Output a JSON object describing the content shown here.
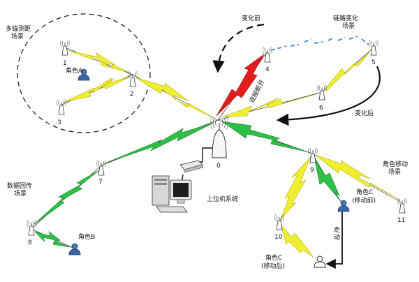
{
  "labels": {
    "multi_hop_line1": "多锚测距",
    "multi_hop_line2": "场景",
    "role_a": "角色A",
    "before_change": "变化前",
    "link_change_line1": "链路变化",
    "link_change_line2": "场景",
    "link_broken": "连接断开",
    "after_change": "变化后",
    "role_move_line1": "角色移动",
    "role_move_line2": "场景",
    "data_return_line1": "数据回传",
    "data_return_line2": "场景",
    "role_b": "角色B",
    "host_system": "上位机系统",
    "role_c_before_line1": "角色C",
    "role_c_before_line2": "(移动前)",
    "walk_line1": "走",
    "walk_line2": "动",
    "role_c_after_line1": "角色C",
    "role_c_after_line2": "(移动后)"
  },
  "nodes": {
    "n0": "0",
    "n1": "1",
    "n2": "2",
    "n3": "3",
    "n4": "4",
    "n5": "5",
    "n6": "6",
    "n7": "7",
    "n8": "8",
    "n9": "9",
    "n10": "10",
    "n11": "11"
  },
  "colors": {
    "link_yellow": "#e8e820",
    "link_green": "#22b43c",
    "link_red": "#e01818",
    "dashed_link": "#4a90d8",
    "node_tower": "#ffffff",
    "role_fill": "#3d66a8"
  }
}
